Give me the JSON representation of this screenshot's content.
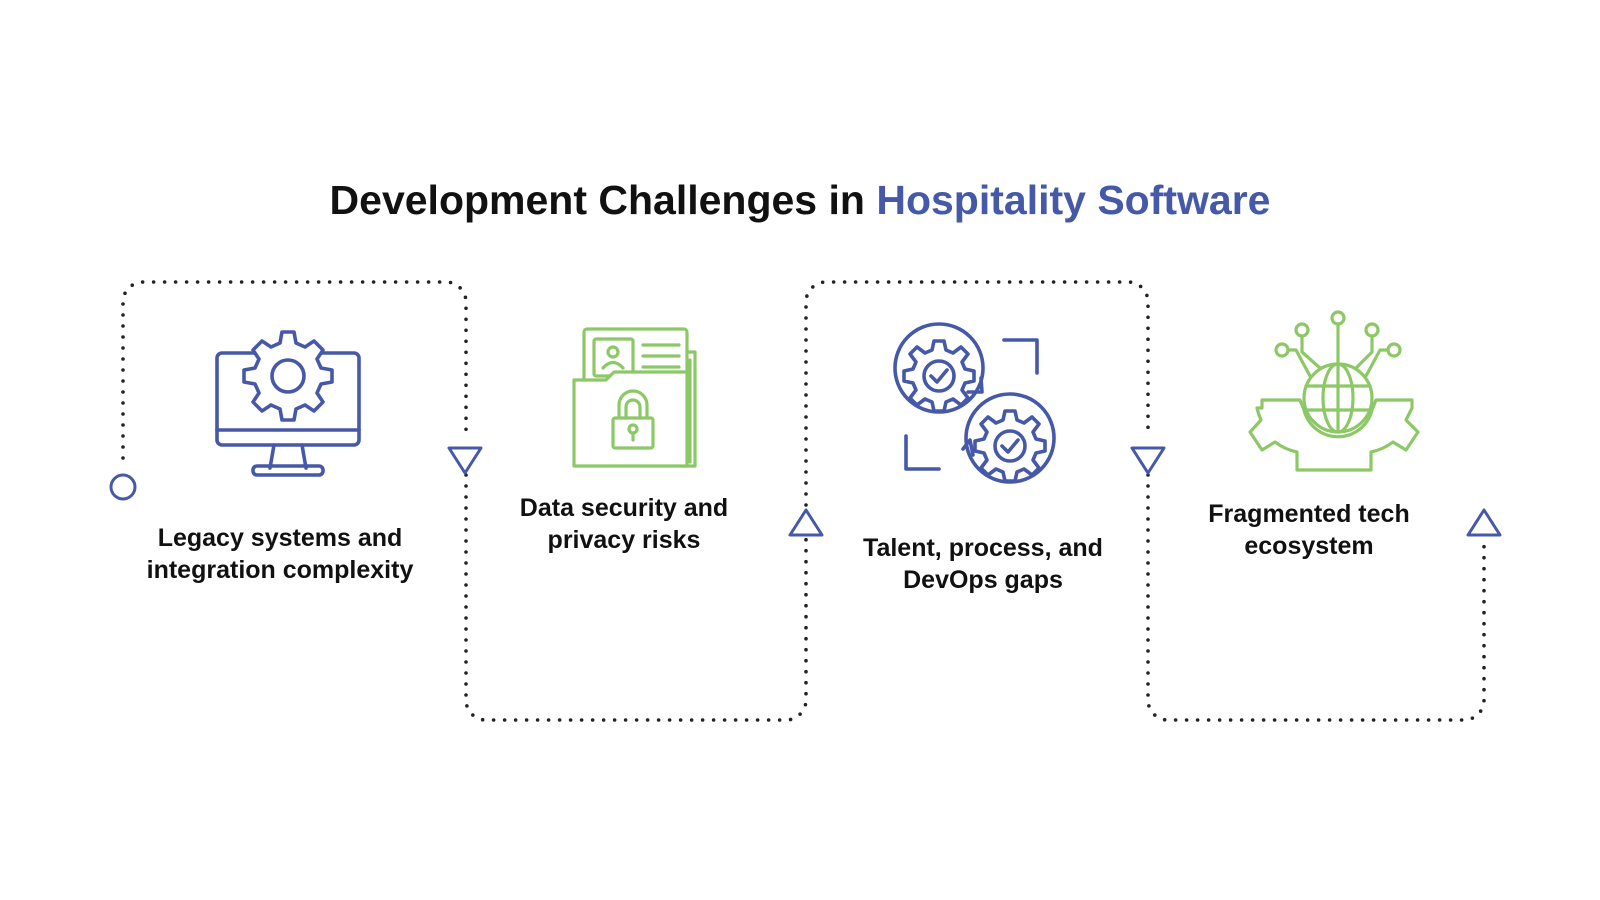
{
  "title": {
    "prefix": "Development Challenges in",
    "highlight": "Hospitality Software"
  },
  "steps": [
    {
      "label": "Legacy systems and integration complexity",
      "icon": "monitor-gear-icon"
    },
    {
      "label": "Data security and privacy risks",
      "icon": "locked-folder-icon"
    },
    {
      "label": "Talent, process, and DevOps gaps",
      "icon": "gear-cycle-icon"
    },
    {
      "label": "Fragmented tech ecosystem",
      "icon": "globe-network-gear-icon"
    }
  ],
  "colors": {
    "text": "#111111",
    "accent": "#4659a8",
    "blue_icon": "#4659a8",
    "green_icon": "#8cc866",
    "path": "#222222"
  }
}
